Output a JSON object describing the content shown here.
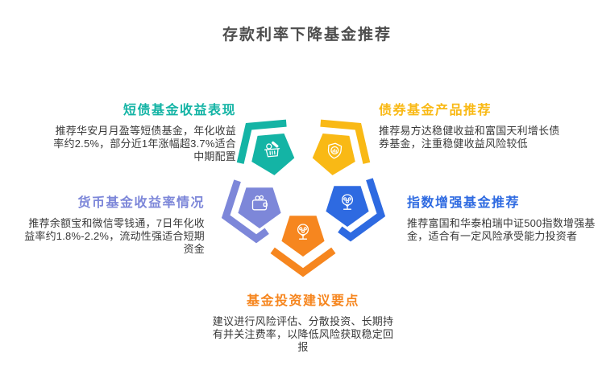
{
  "title": "存款利率下降基金推荐",
  "palette": {
    "title_text": "#4d4d4d",
    "body_text": "#3a3a3a"
  },
  "sections": [
    {
      "id": "short-bond-funds",
      "heading": "短债基金收益表现",
      "body": "推荐华安月月盈等短债基金，年化收益率约2.5%，部分近1年涨幅超3.7%适合中期配置",
      "color": "#14b4a5",
      "icon": "basket-icon"
    },
    {
      "id": "bond-funds",
      "heading": "债券基金产品推荐",
      "body": "推荐易方达稳健收益和富国天利增长债券基金，注重稳健收益风险较低",
      "color": "#f9b915",
      "icon": "shield-chart-icon"
    },
    {
      "id": "money-market-funds",
      "heading": "货币基金收益率情况",
      "body": "推荐余额宝和微信零钱通，7日年化收益率约1.8%-2.2%，流动性强适合短期资金",
      "color": "#7d87d9",
      "icon": "wallet-icon"
    },
    {
      "id": "index-enhanced-funds",
      "heading": "指数增强基金推荐",
      "body": "推荐富国和华泰柏瑞中证500指数增强基金，适合有一定风险承受能力投资者",
      "color": "#2e6ae1",
      "icon": "money-tree-icon"
    },
    {
      "id": "investment-advice",
      "heading": "基金投资建议要点",
      "body": "建议进行风险评估、分散投资、长期持有并关注费率，以降低风险获取稳定回报",
      "color": "#f6861f",
      "icon": "money-tree-icon"
    }
  ]
}
